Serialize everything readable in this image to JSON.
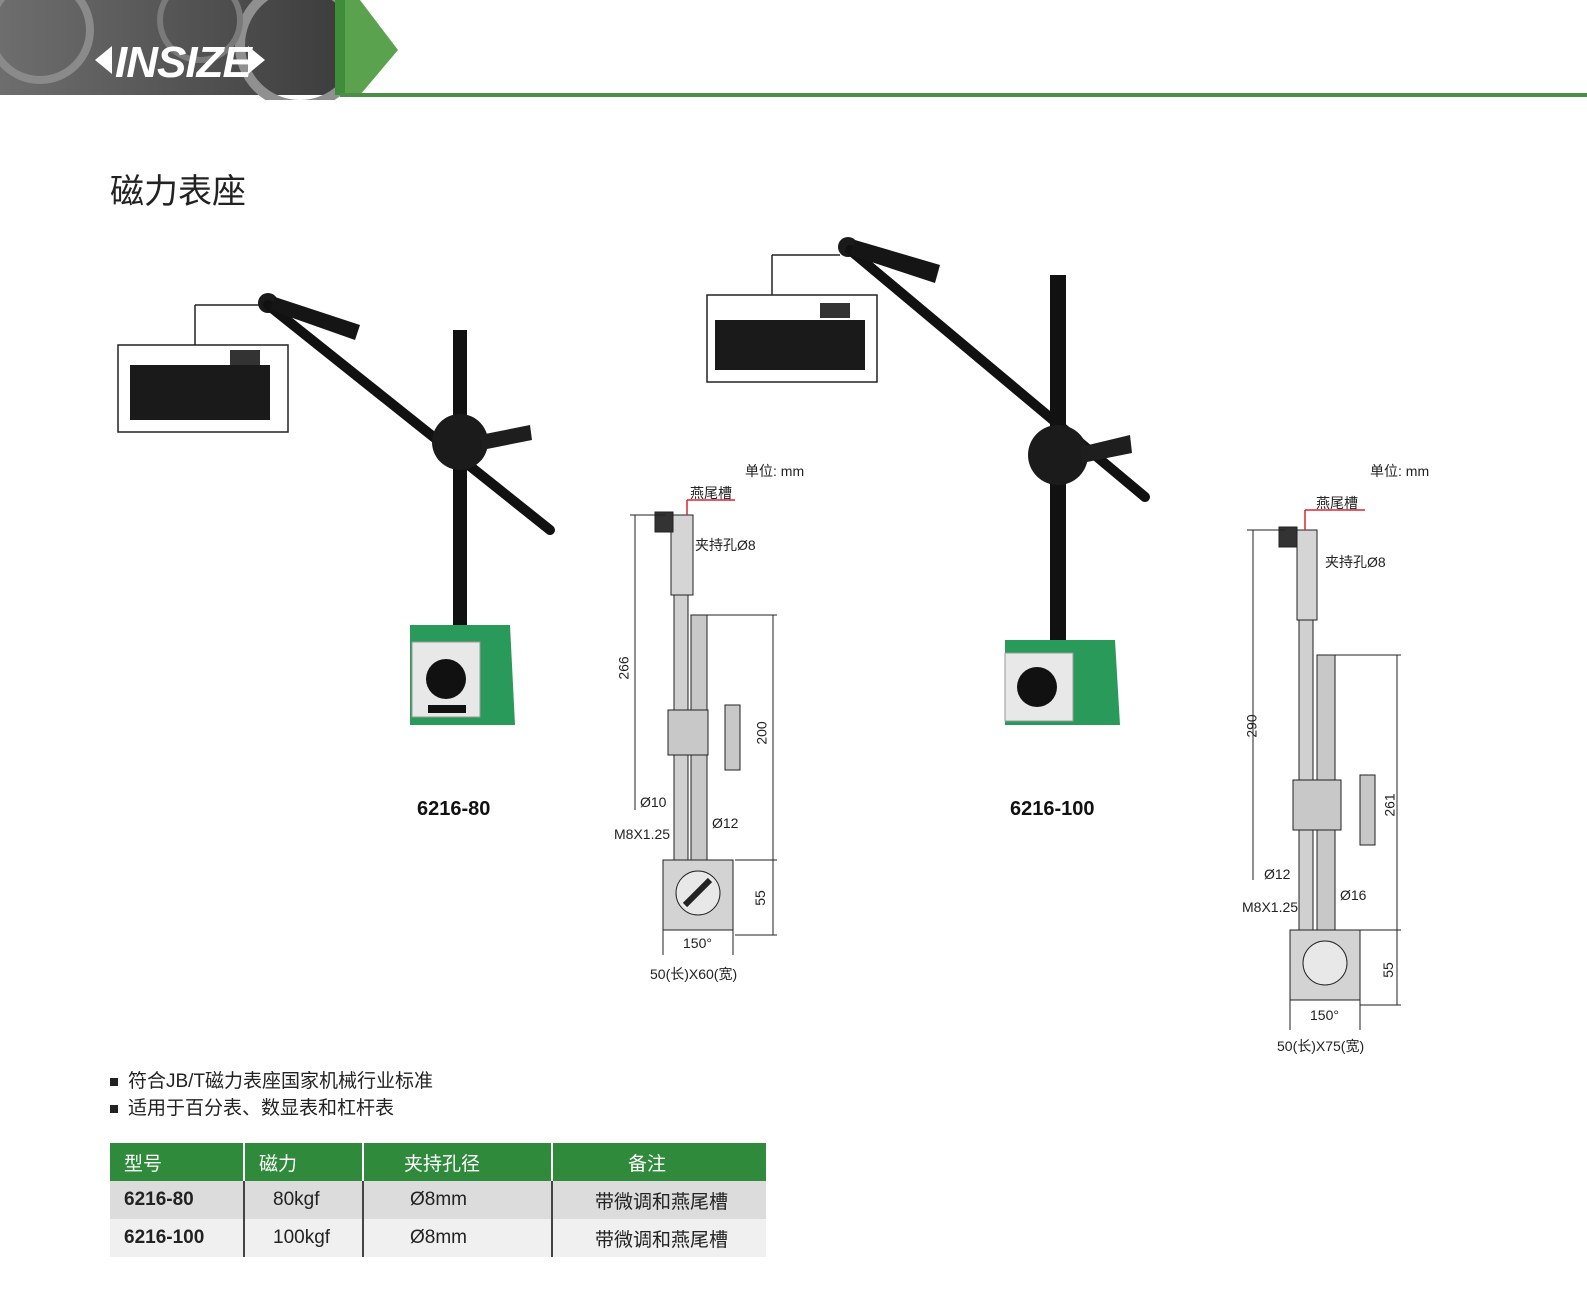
{
  "header": {
    "brand": "INSIZE"
  },
  "page_title": "磁力表座",
  "products": [
    {
      "model": "6216-80",
      "unit": "单位: mm",
      "dovetail": "燕尾槽",
      "clamp_hole": "夹持孔Ø8",
      "dims": {
        "total": "266",
        "rod": "200",
        "small_dia": "Ø10",
        "rod_dia": "Ø12",
        "thread": "M8X1.25",
        "base_h": "55",
        "angle": "150°",
        "base_size": "50(长)X60(宽)"
      }
    },
    {
      "model": "6216-100",
      "unit": "单位: mm",
      "dovetail": "燕尾槽",
      "clamp_hole": "夹持孔Ø8",
      "dims": {
        "total": "290",
        "rod": "261",
        "small_dia": "Ø12",
        "rod_dia": "Ø16",
        "thread": "M8X1.25",
        "base_h": "55",
        "angle": "150°",
        "base_size": "50(长)X75(宽)"
      }
    }
  ],
  "features": [
    "符合JB/T磁力表座国家机械行业标准",
    "适用于百分表、数显表和杠杆表"
  ],
  "table": {
    "headers": [
      "型号",
      "磁力",
      "夹持孔径",
      "备注"
    ],
    "rows": [
      [
        "6216-80",
        "80kgf",
        "Ø8mm",
        "带微调和燕尾槽"
      ],
      [
        "6216-100",
        "100kgf",
        "Ø8mm",
        "带微调和燕尾槽"
      ]
    ]
  },
  "colors": {
    "brand_green": "#2f8a3c",
    "header_dark": "#4a4a4a",
    "base_green": "#2a9a5a"
  }
}
